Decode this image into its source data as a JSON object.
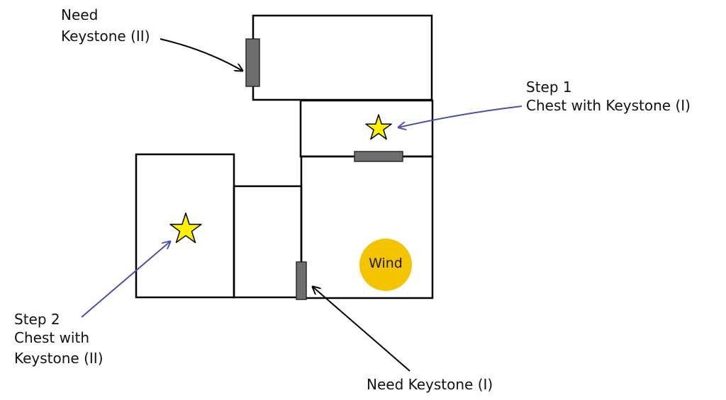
{
  "labels": {
    "top_left": {
      "line1": "Need",
      "line2": "Keystone (II)"
    },
    "step1": {
      "line1": "Step 1",
      "line2": "Chest with Keystone (I)"
    },
    "step2": {
      "line1": "Step 2",
      "line2": "Chest with",
      "line3": "Keystone (II)"
    },
    "bottom": "Need Keystone (I)",
    "wind": "Wind"
  },
  "colors": {
    "wall": "#000000",
    "door_fill": "#6e6e6e",
    "door_edge": "#2b2b2b",
    "star_fill": "#fff200",
    "star_stroke": "#000000",
    "wind_fill": "#f5c400",
    "arrow_black": "#000000",
    "arrow_blue": "#4a4fb0"
  },
  "icons": [
    "star-icon",
    "star-icon",
    "wind-circle"
  ]
}
